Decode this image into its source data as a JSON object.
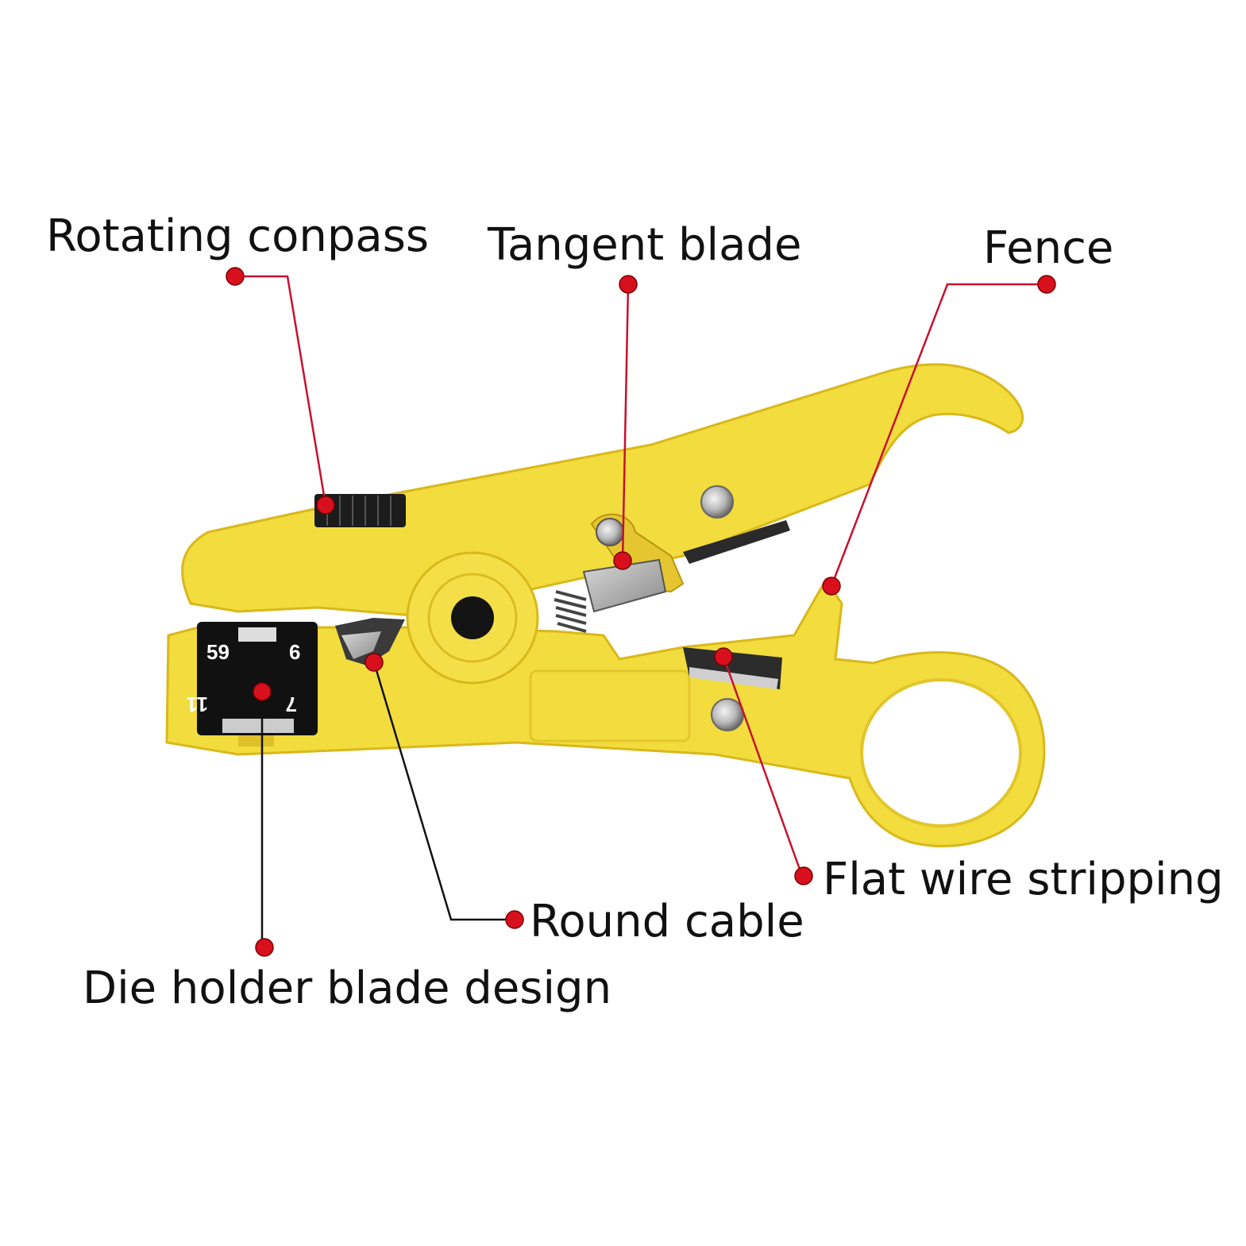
{
  "labels": {
    "rotating_compass": "Rotating conpass",
    "tangent_blade": "Tangent blade",
    "fence": "Fence",
    "flat_wire_stripping": "Flat wire stripping",
    "round_cable": "Round cable",
    "die_holder": "Die holder blade design"
  },
  "die_holder_numbers": {
    "top_left": "59",
    "top_right": "6",
    "bottom_left": "11",
    "bottom_right": "7"
  },
  "colors": {
    "tool_body": "#f2dc3e",
    "tool_edge": "#d9b81a",
    "leader_line": "#c8102e",
    "marker_dot": "#d8101e",
    "text": "#111111"
  }
}
